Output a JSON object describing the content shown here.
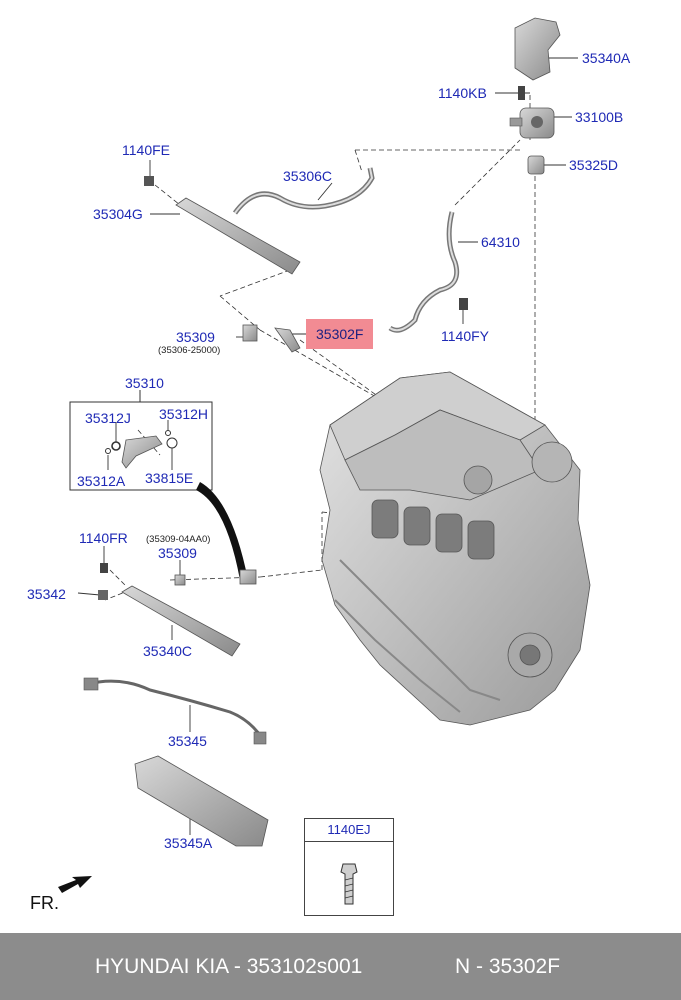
{
  "diagram": {
    "highlight_color": "#f28b93",
    "label_color": "#1f2ab5",
    "labels": {
      "p35340A": "35340A",
      "p1140KB": "1140KB",
      "p33100B": "33100B",
      "p35325D": "35325D",
      "p1140FE": "1140FE",
      "p35306C": "35306C",
      "p35304G": "35304G",
      "p64310": "64310",
      "p35309a": "35309",
      "p35309a_sub": "(35306-25000)",
      "p35302F": "35302F",
      "p1140FY": "1140FY",
      "p35310": "35310",
      "p35312J": "35312J",
      "p35312H": "35312H",
      "p35312A": "35312A",
      "p33815E": "33815E",
      "p1140FR": "1140FR",
      "p35309b_sub": "(35309-04AA0)",
      "p35309b": "35309",
      "p35342": "35342",
      "p35340C": "35340C",
      "p35345": "35345",
      "p35345A": "35345A",
      "p1140EJ": "1140EJ"
    },
    "front_marker": "FR.",
    "icons": [
      "front-arrow-icon",
      "bolt-icon"
    ]
  },
  "footer": {
    "left": "HYUNDAI KIA - 353102s001",
    "right": "N - 35302F"
  }
}
